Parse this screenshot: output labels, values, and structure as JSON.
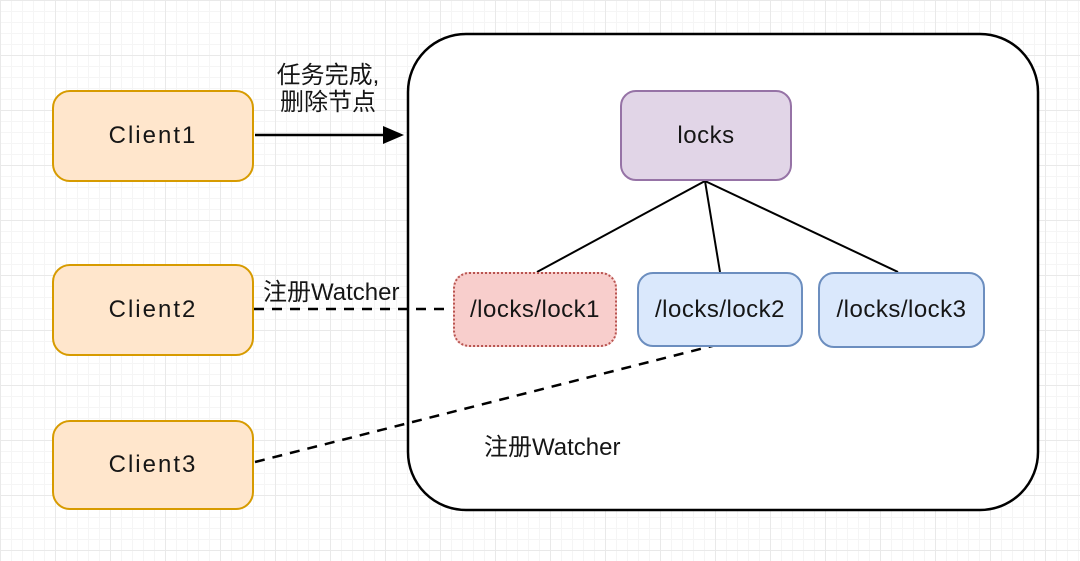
{
  "diagram": {
    "clients": [
      {
        "label": "Client1"
      },
      {
        "label": "Client2"
      },
      {
        "label": "Client3"
      }
    ],
    "zk": {
      "root_label": "locks",
      "nodes": [
        {
          "label": "/locks/lock1"
        },
        {
          "label": "/locks/lock2"
        },
        {
          "label": "/locks/lock3"
        }
      ]
    },
    "edge_labels": {
      "task_line1": "任务完成,",
      "task_line2": "删除节点",
      "watcher_client2": "注册Watcher",
      "watcher_client3": "注册Watcher"
    },
    "colors": {
      "client_fill": "#ffe6cc",
      "client_stroke": "#d79b00",
      "root_fill": "#e1d5e7",
      "root_stroke": "#9673a6",
      "lock1_fill": "#f8cecc",
      "lock1_stroke": "#b85450",
      "lock_fill": "#dae8fc",
      "lock_stroke": "#6c8ebf",
      "container_stroke": "#000000",
      "edge_color": "#000000"
    }
  }
}
